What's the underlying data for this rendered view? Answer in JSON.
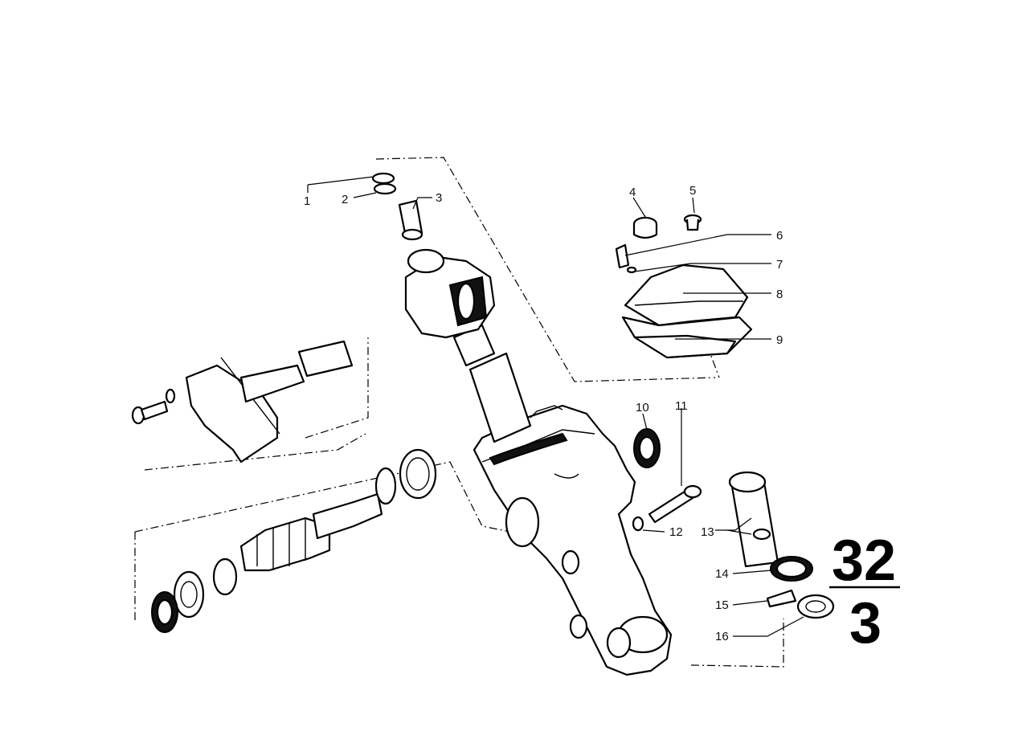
{
  "diagram": {
    "callouts": [
      "1",
      "2",
      "3",
      "4",
      "5",
      "6",
      "7",
      "8",
      "9",
      "10",
      "11",
      "12",
      "13",
      "14",
      "15",
      "16"
    ],
    "group_number": {
      "numerator": "32",
      "denominator": "3"
    }
  }
}
